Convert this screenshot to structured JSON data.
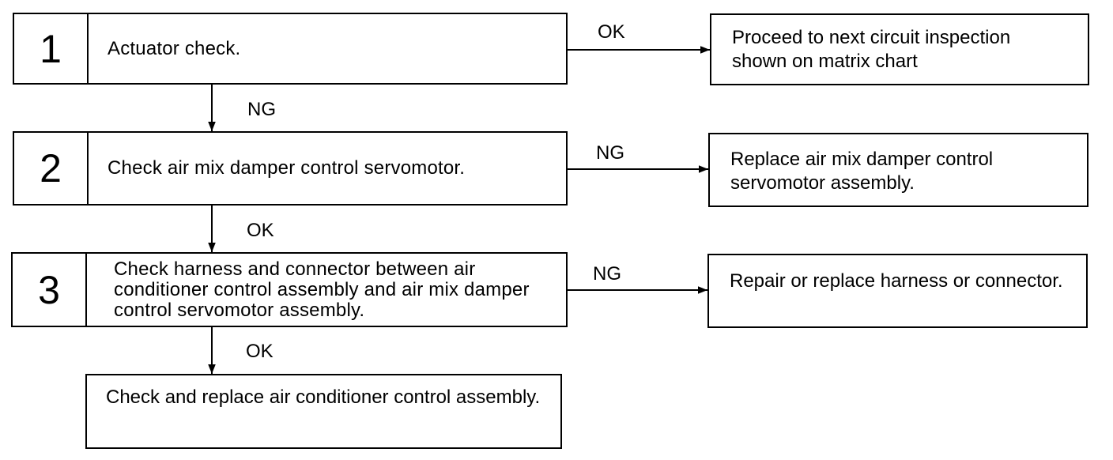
{
  "steps": [
    {
      "number": "1",
      "text": "Actuator check."
    },
    {
      "number": "2",
      "text": "Check air mix damper control servomotor."
    },
    {
      "number": "3",
      "text": "Check harness and connector between air conditioner control assembly and air mix damper control servomotor assembly."
    }
  ],
  "results": [
    {
      "text": "Proceed to next circuit inspection shown on matrix chart"
    },
    {
      "text": "Replace air mix damper control servomotor assembly."
    },
    {
      "text": "Repair or replace harness or connector."
    }
  ],
  "final": {
    "text": "Check and replace air conditioner control assembly."
  },
  "branch_labels": {
    "step1_right": "OK",
    "step1_down": "NG",
    "step2_right": "NG",
    "step2_down": "OK",
    "step3_right": "NG",
    "step3_down": "OK"
  }
}
